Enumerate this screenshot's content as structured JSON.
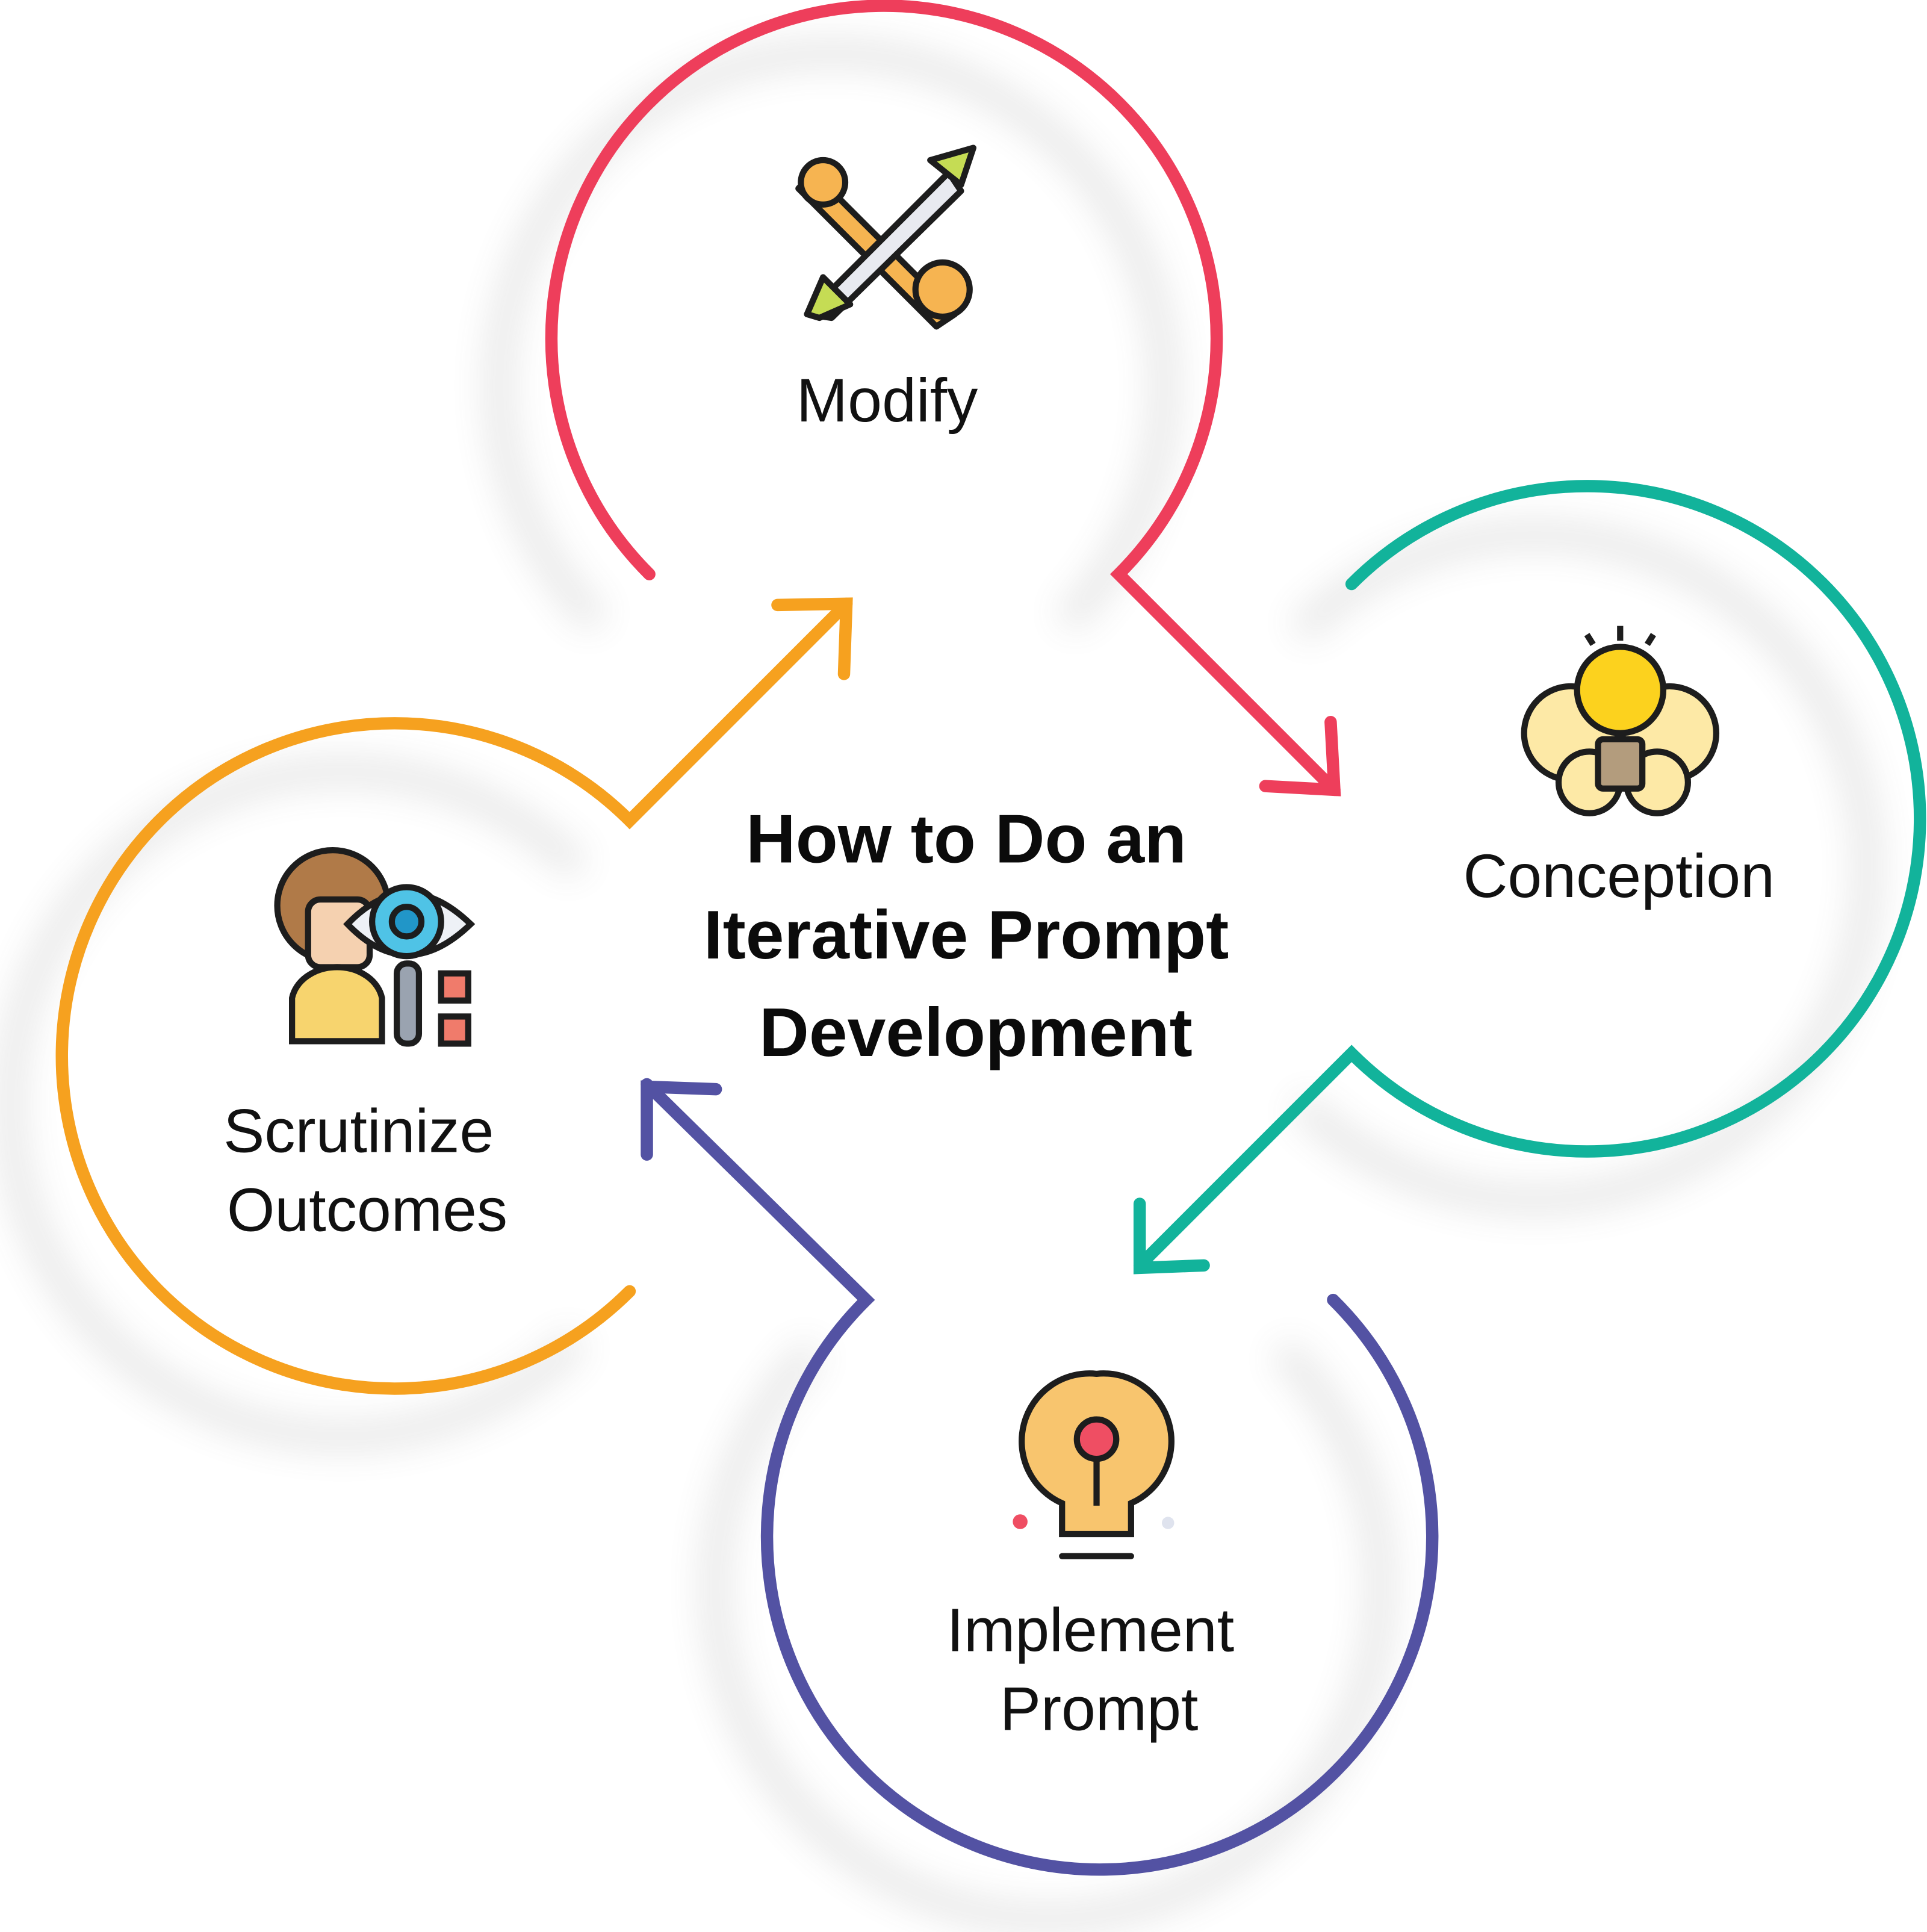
{
  "title": {
    "line1": "How to Do an",
    "line2": "Iterative Prompt",
    "line3": "Development"
  },
  "steps": [
    {
      "id": "modify",
      "lines": [
        "Modify"
      ],
      "icon": "wrench-pencil-icon",
      "color": "#EE3E5B"
    },
    {
      "id": "conception",
      "lines": [
        "Conception"
      ],
      "icon": "brain-lightbulb-icon",
      "color": "#12B39B"
    },
    {
      "id": "implement",
      "lines": [
        "Implement",
        "Prompt"
      ],
      "icon": "lightbulb-pin-icon",
      "color": "#5352A3"
    },
    {
      "id": "scrutinize",
      "lines": [
        "Scrutinize",
        "Outcomes"
      ],
      "icon": "person-magnifier-icon",
      "color": "#F6A11F"
    }
  ]
}
